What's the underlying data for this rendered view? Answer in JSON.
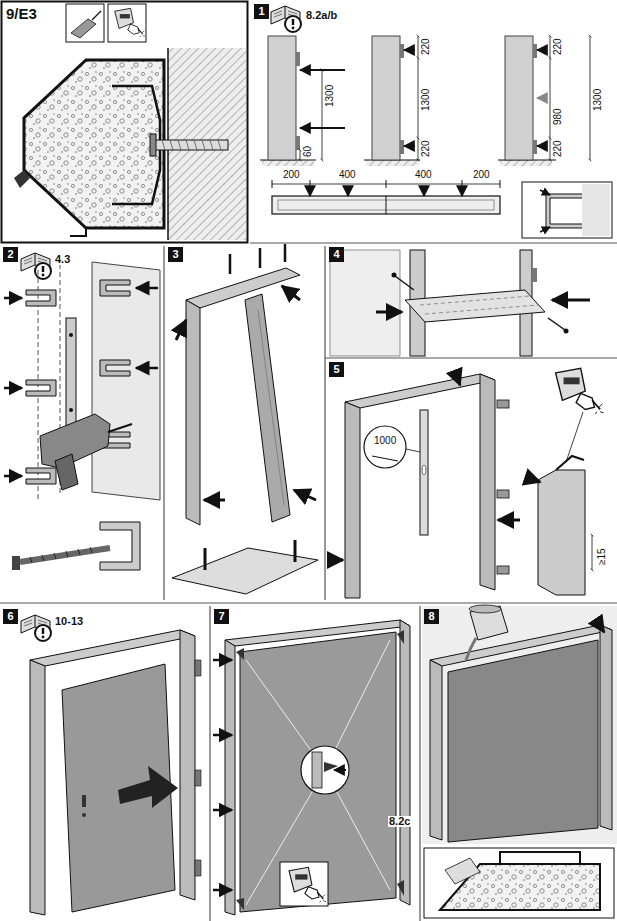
{
  "diagram": {
    "title": "9/E3",
    "nodes": [
      {
        "text": [
          "1"
        ]
      },
      {
        "text": [
          "2"
        ]
      },
      {
        "text": [
          "3"
        ]
      },
      {
        "text": [
          "4"
        ]
      },
      {
        "text": [
          "5"
        ]
      },
      {
        "text": [
          "6"
        ]
      },
      {
        "text": [
          "7"
        ]
      },
      {
        "text": [
          "8"
        ]
      }
    ],
    "labels": [
      "8.2a/b",
      "60",
      "1300",
      "220",
      "1300",
      "220",
      "220",
      "980",
      "1300",
      "220",
      "200",
      "400",
      "400",
      "200",
      "4.3",
      "1000",
      "≥15",
      "10-13",
      "8.2c"
    ]
  }
}
